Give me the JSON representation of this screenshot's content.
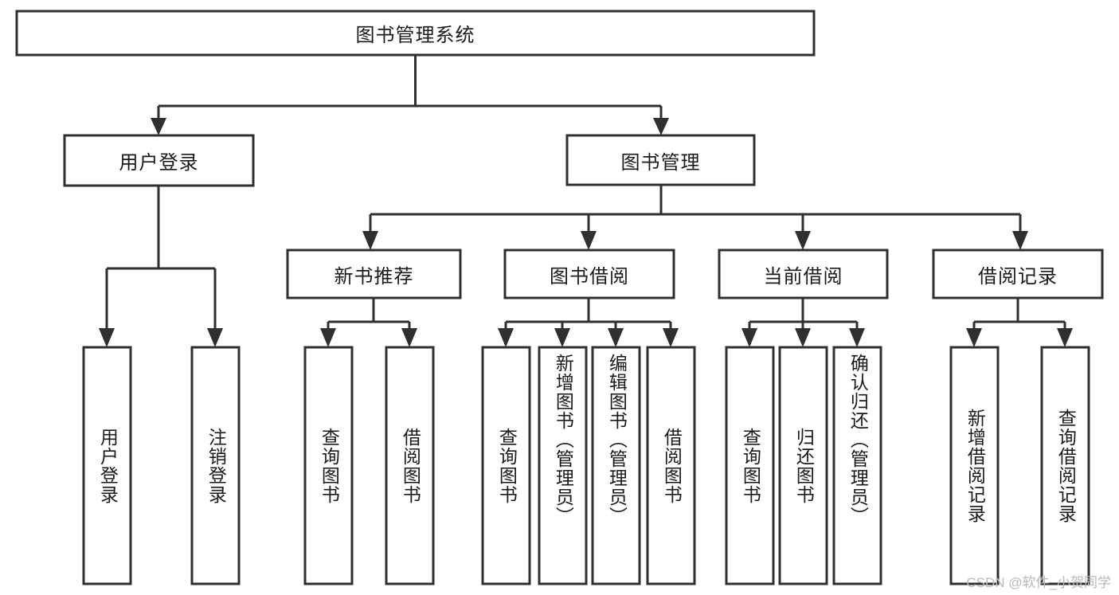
{
  "diagram": {
    "type": "tree-hierarchy",
    "title": "图书管理系统",
    "orientation": "top-down",
    "colors": {
      "box_stroke": "#2f2f2f",
      "box_fill": "#ffffff",
      "text": "#1a1a1a",
      "background": "#ffffff",
      "watermark": "#b9b9b9"
    },
    "nodes": {
      "root": {
        "label": "图书管理系统"
      },
      "level2": [
        {
          "label": "用户登录"
        },
        {
          "label": "图书管理"
        }
      ],
      "level3": [
        {
          "label": "新书推荐"
        },
        {
          "label": "图书借阅"
        },
        {
          "label": "当前借阅"
        },
        {
          "label": "借阅记录"
        }
      ],
      "leaves_user_login": [
        {
          "label": "用户登录"
        },
        {
          "label": "注销登录"
        }
      ],
      "leaves_new_book": [
        {
          "label": "查询图书"
        },
        {
          "label": "借阅图书"
        }
      ],
      "leaves_borrow": [
        {
          "label": "查询图书"
        },
        {
          "label": "新增图书（管理员）"
        },
        {
          "label": "编辑图书（管理员）"
        },
        {
          "label": "借阅图书"
        }
      ],
      "leaves_current": [
        {
          "label": "查询图书"
        },
        {
          "label": "归还图书"
        },
        {
          "label": "确认归还（管理员）"
        }
      ],
      "leaves_record": [
        {
          "label": "新增借阅记录"
        },
        {
          "label": "查询借阅记录"
        }
      ]
    },
    "watermark": "CSDN @软件_小贺同学"
  }
}
